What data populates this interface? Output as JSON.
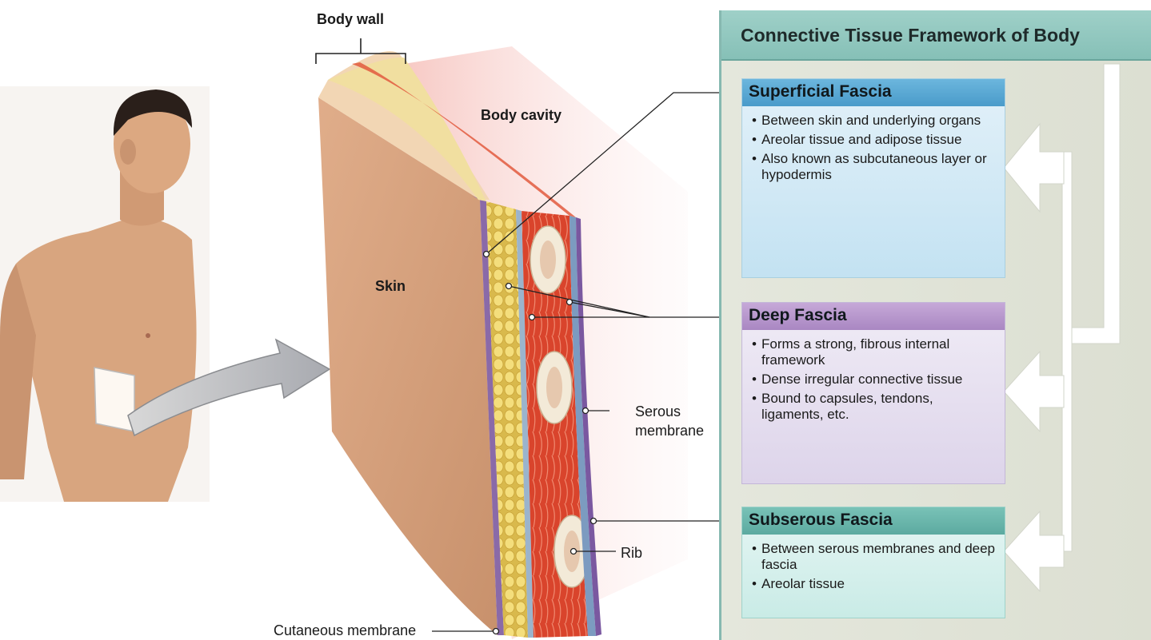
{
  "labels": {
    "body_wall": "Body wall",
    "body_cavity": "Body cavity",
    "skin": "Skin",
    "serous_membrane": "Serous\nmembrane",
    "rib": "Rib",
    "cutaneous_membrane": "Cutaneous membrane"
  },
  "panel": {
    "title": "Connective Tissue Framework of Body",
    "boxes": [
      {
        "title": "Superficial Fascia",
        "bullets": [
          "Between skin and underlying organs",
          "Areolar tissue and adipose tissue",
          "Also known as subcutaneous layer or hypodermis"
        ]
      },
      {
        "title": "Deep Fascia",
        "bullets": [
          "Forms a strong, fibrous internal framework",
          "Dense irregular connective tissue",
          "Bound to capsules, tendons, ligaments, etc."
        ]
      },
      {
        "title": "Subserous Fascia",
        "bullets": [
          "Between serous membranes and deep fascia",
          "Areolar tissue"
        ]
      }
    ]
  },
  "colors": {
    "superficial": "#4a9bca",
    "deep": "#a987c2",
    "subserous": "#5caaa0",
    "skin": "#d8a07c",
    "muscle": "#d9442c",
    "fat": "#eed36a"
  }
}
